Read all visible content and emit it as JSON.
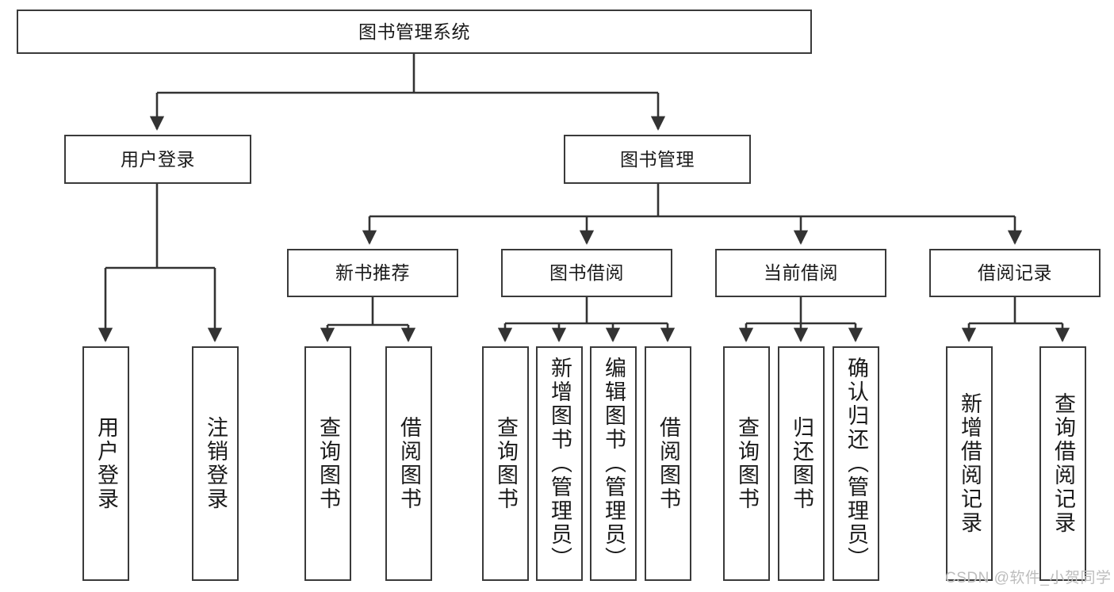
{
  "diagram": {
    "title": "图书管理系统",
    "type": "tree",
    "watermark": "CSDN @软件_小贺同学",
    "colors": {
      "box_border": "#3a3a3a",
      "box_fill": "#ffffff",
      "connector": "#333333",
      "text": "#1a1a1a",
      "watermark": "#bdbdbd"
    },
    "root": {
      "label": "图书管理系统"
    },
    "level2": [
      {
        "label": "用户登录"
      },
      {
        "label": "图书管理"
      }
    ],
    "level3": [
      {
        "label": "新书推荐"
      },
      {
        "label": "图书借阅"
      },
      {
        "label": "当前借阅"
      },
      {
        "label": "借阅记录"
      }
    ],
    "leaves": {
      "user_login": [
        {
          "label": "用户登录"
        },
        {
          "label": "注销登录"
        }
      ],
      "new_book_recommend": [
        {
          "label": "查询图书"
        },
        {
          "label": "借阅图书"
        }
      ],
      "book_borrow": [
        {
          "label": "查询图书"
        },
        {
          "label": "新增图书（管理员）"
        },
        {
          "label": "编辑图书（管理员）"
        },
        {
          "label": "借阅图书"
        }
      ],
      "current_borrow": [
        {
          "label": "查询图书"
        },
        {
          "label": "归还图书"
        },
        {
          "label": "确认归还（管理员）"
        }
      ],
      "borrow_record": [
        {
          "label": "新增借阅记录"
        },
        {
          "label": "查询借阅记录"
        }
      ]
    }
  }
}
